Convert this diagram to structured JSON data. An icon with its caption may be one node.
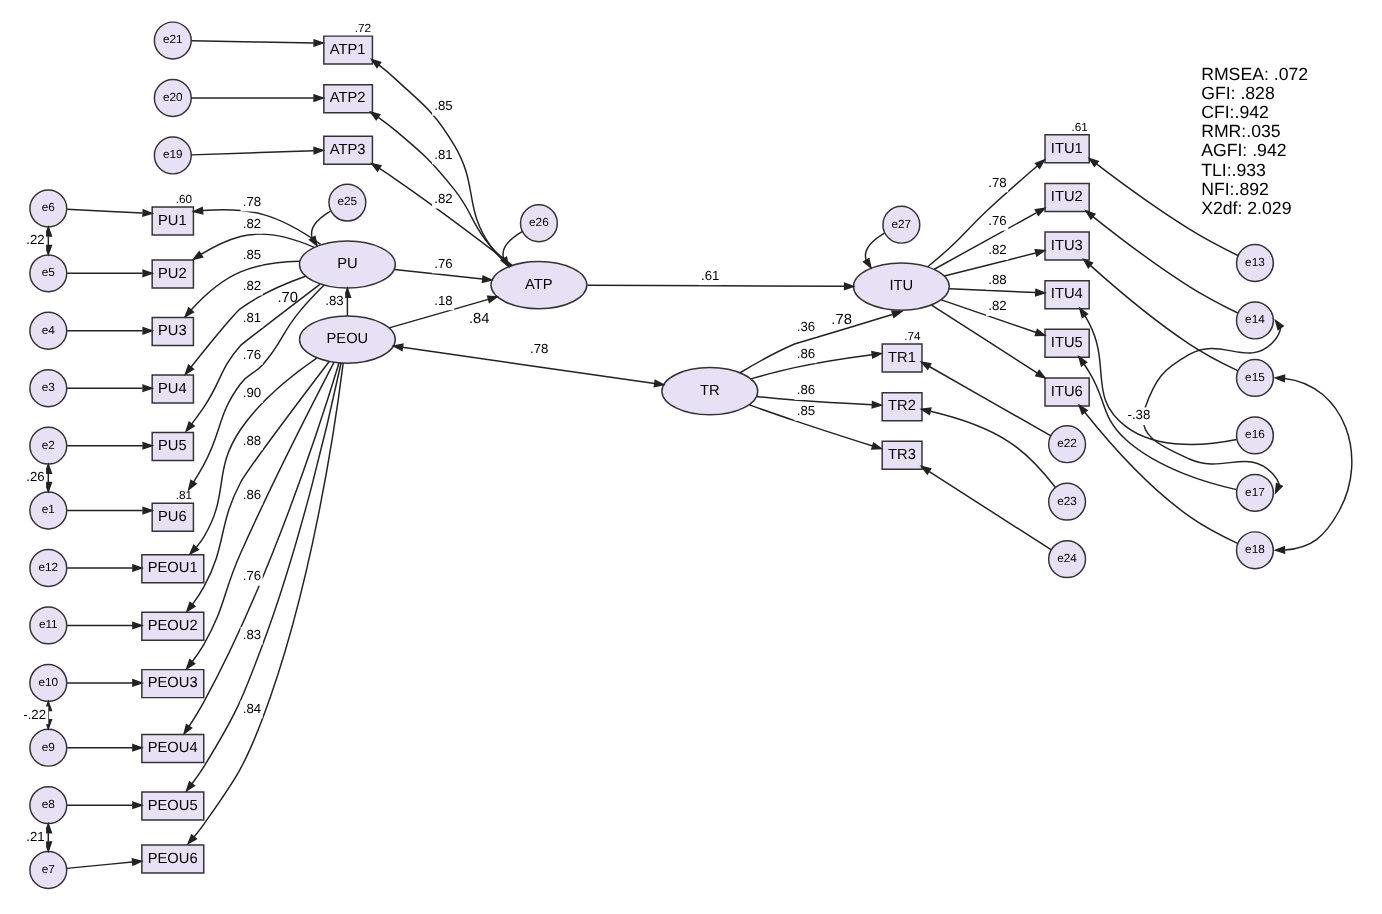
{
  "diagram": {
    "nodes": [
      {
        "text": [
          "e26"
        ]
      },
      {
        "text": [
          "ATP"
        ],
        "beside": [
          ".84"
        ]
      },
      {
        "text": [
          "ATP1"
        ],
        "beside": [
          ".72"
        ]
      },
      {
        "text": [
          "ATP2"
        ]
      },
      {
        "text": [
          "ATP3"
        ]
      },
      {
        "text": [
          "e21"
        ]
      },
      {
        "text": [
          "e20"
        ]
      },
      {
        "text": [
          "e19"
        ]
      },
      {
        "text": [
          "PU"
        ],
        "beside": [
          ".70"
        ]
      },
      {
        "text": [
          "e25"
        ]
      },
      {
        "text": [
          "PU1"
        ],
        "beside": [
          ".60"
        ]
      },
      {
        "text": [
          "PU2"
        ]
      },
      {
        "text": [
          "PU3"
        ]
      },
      {
        "text": [
          "PU4"
        ]
      },
      {
        "text": [
          "PU5"
        ]
      },
      {
        "text": [
          "PU6"
        ],
        "beside": [
          ".81"
        ]
      },
      {
        "text": [
          "e6"
        ]
      },
      {
        "text": [
          "e5"
        ]
      },
      {
        "text": [
          "e4"
        ]
      },
      {
        "text": [
          "e3"
        ]
      },
      {
        "text": [
          "e2"
        ]
      },
      {
        "text": [
          "e1"
        ]
      },
      {
        "text": [
          "PEOU"
        ]
      },
      {
        "text": [
          "PEOU1"
        ]
      },
      {
        "text": [
          "PEOU2"
        ]
      },
      {
        "text": [
          "PEOU3"
        ]
      },
      {
        "text": [
          "PEOU4"
        ]
      },
      {
        "text": [
          "PEOU5"
        ]
      },
      {
        "text": [
          "PEOU6"
        ]
      },
      {
        "text": [
          "e12"
        ]
      },
      {
        "text": [
          "e11"
        ]
      },
      {
        "text": [
          "e10"
        ]
      },
      {
        "text": [
          "e9"
        ]
      },
      {
        "text": [
          "e8"
        ]
      },
      {
        "text": [
          "e7"
        ]
      },
      {
        "text": [
          "ITU"
        ],
        "beside": [
          ".78"
        ]
      },
      {
        "text": [
          "e27"
        ]
      },
      {
        "text": [
          "ITU1"
        ],
        "beside": [
          ".61"
        ]
      },
      {
        "text": [
          "ITU2"
        ]
      },
      {
        "text": [
          "ITU3"
        ]
      },
      {
        "text": [
          "ITU4"
        ]
      },
      {
        "text": [
          "ITU5"
        ]
      },
      {
        "text": [
          "ITU6"
        ]
      },
      {
        "text": [
          "e13"
        ]
      },
      {
        "text": [
          "e14"
        ]
      },
      {
        "text": [
          "e15"
        ]
      },
      {
        "text": [
          "e16"
        ]
      },
      {
        "text": [
          "e17"
        ]
      },
      {
        "text": [
          "e18"
        ]
      },
      {
        "text": [
          "TR"
        ]
      },
      {
        "text": [
          "TR1"
        ],
        "beside": [
          ".74"
        ]
      },
      {
        "text": [
          "TR2"
        ]
      },
      {
        "text": [
          "TR3"
        ]
      },
      {
        "text": [
          "e22"
        ]
      },
      {
        "text": [
          "e23"
        ]
      },
      {
        "text": [
          "e24"
        ]
      }
    ],
    "edges": [
      {
        "from": 0,
        "to": 1,
        "arrow": "to"
      },
      {
        "from": 1,
        "to": 2,
        "arrow": "to",
        "label": ".85"
      },
      {
        "from": 1,
        "to": 3,
        "arrow": "to",
        "label": ".81"
      },
      {
        "from": 1,
        "to": 4,
        "arrow": "to",
        "label": ".82"
      },
      {
        "from": 5,
        "to": 2,
        "arrow": "to"
      },
      {
        "from": 6,
        "to": 3,
        "arrow": "to"
      },
      {
        "from": 7,
        "to": 4,
        "arrow": "to"
      },
      {
        "from": 9,
        "to": 8,
        "arrow": "to"
      },
      {
        "from": 8,
        "to": 10,
        "arrow": "to",
        "label": ".78"
      },
      {
        "from": 8,
        "to": 11,
        "arrow": "to",
        "label": ".82"
      },
      {
        "from": 8,
        "to": 12,
        "arrow": "to",
        "label": ".85"
      },
      {
        "from": 8,
        "to": 13,
        "arrow": "to",
        "label": ".82"
      },
      {
        "from": 8,
        "to": 14,
        "arrow": "to",
        "label": ".81"
      },
      {
        "from": 8,
        "to": 15,
        "arrow": "to",
        "label": ".76"
      },
      {
        "from": 16,
        "to": 10,
        "arrow": "to"
      },
      {
        "from": 17,
        "to": 11,
        "arrow": "to"
      },
      {
        "from": 18,
        "to": 12,
        "arrow": "to"
      },
      {
        "from": 19,
        "to": 13,
        "arrow": "to"
      },
      {
        "from": 20,
        "to": 14,
        "arrow": "to"
      },
      {
        "from": 21,
        "to": 15,
        "arrow": "to"
      },
      {
        "from": 16,
        "to": 17,
        "arrow": "both",
        "label": ".22"
      },
      {
        "from": 20,
        "to": 21,
        "arrow": "both",
        "label": ".26"
      },
      {
        "from": 22,
        "to": 23,
        "arrow": "to",
        "label": ".90"
      },
      {
        "from": 22,
        "to": 24,
        "arrow": "to",
        "label": ".88"
      },
      {
        "from": 22,
        "to": 25,
        "arrow": "to",
        "label": ".86"
      },
      {
        "from": 22,
        "to": 26,
        "arrow": "to",
        "label": ".76"
      },
      {
        "from": 22,
        "to": 27,
        "arrow": "to",
        "label": ".83"
      },
      {
        "from": 22,
        "to": 28,
        "arrow": "to",
        "label": ".84"
      },
      {
        "from": 29,
        "to": 23,
        "arrow": "to"
      },
      {
        "from": 30,
        "to": 24,
        "arrow": "to"
      },
      {
        "from": 31,
        "to": 25,
        "arrow": "to"
      },
      {
        "from": 32,
        "to": 26,
        "arrow": "to"
      },
      {
        "from": 33,
        "to": 27,
        "arrow": "to"
      },
      {
        "from": 34,
        "to": 28,
        "arrow": "to"
      },
      {
        "from": 31,
        "to": 32,
        "arrow": "both",
        "label": "-.22"
      },
      {
        "from": 33,
        "to": 34,
        "arrow": "both",
        "label": ".21"
      },
      {
        "from": 22,
        "to": 8,
        "arrow": "to",
        "label": ".83"
      },
      {
        "from": 8,
        "to": 1,
        "arrow": "to",
        "label": ".76"
      },
      {
        "from": 22,
        "to": 1,
        "arrow": "to",
        "label": ".18"
      },
      {
        "from": 1,
        "to": 35,
        "arrow": "to",
        "label": ".61"
      },
      {
        "from": 36,
        "to": 35,
        "arrow": "to"
      },
      {
        "from": 35,
        "to": 37,
        "arrow": "to",
        "label": ".78"
      },
      {
        "from": 35,
        "to": 38,
        "arrow": "to",
        "label": ".76"
      },
      {
        "from": 35,
        "to": 39,
        "arrow": "to",
        "label": ".82"
      },
      {
        "from": 35,
        "to": 40,
        "arrow": "to",
        "label": ".88"
      },
      {
        "from": 35,
        "to": 41,
        "arrow": "to",
        "label": ".82"
      },
      {
        "from": 35,
        "to": 42,
        "arrow": "to"
      },
      {
        "from": 43,
        "to": 37,
        "arrow": "to"
      },
      {
        "from": 44,
        "to": 38,
        "arrow": "to"
      },
      {
        "from": 45,
        "to": 39,
        "arrow": "to"
      },
      {
        "from": 46,
        "to": 40,
        "arrow": "to"
      },
      {
        "from": 47,
        "to": 41,
        "arrow": "to"
      },
      {
        "from": 48,
        "to": 42,
        "arrow": "to"
      },
      {
        "from": 44,
        "to": 47,
        "arrow": "both",
        "label": "-.38"
      },
      {
        "from": 45,
        "to": 48,
        "arrow": "both"
      },
      {
        "from": 49,
        "to": 35,
        "arrow": "to",
        "label": ".36"
      },
      {
        "from": 22,
        "to": 49,
        "arrow": "both",
        "label": ".78"
      },
      {
        "from": 49,
        "to": 50,
        "arrow": "to",
        "label": ".86"
      },
      {
        "from": 49,
        "to": 51,
        "arrow": "to",
        "label": ".86"
      },
      {
        "from": 49,
        "to": 52,
        "arrow": "to",
        "label": ".85"
      },
      {
        "from": 53,
        "to": 50,
        "arrow": "to"
      },
      {
        "from": 54,
        "to": 51,
        "arrow": "to"
      },
      {
        "from": 55,
        "to": 52,
        "arrow": "to"
      }
    ],
    "labels": [
      "RMSEA: .072",
      "GFI: .828",
      "CFI:.942",
      "RMR:.035",
      "AGFI: .942",
      "TLI:.933",
      "NFI:.892",
      "X2df: 2.029"
    ]
  }
}
